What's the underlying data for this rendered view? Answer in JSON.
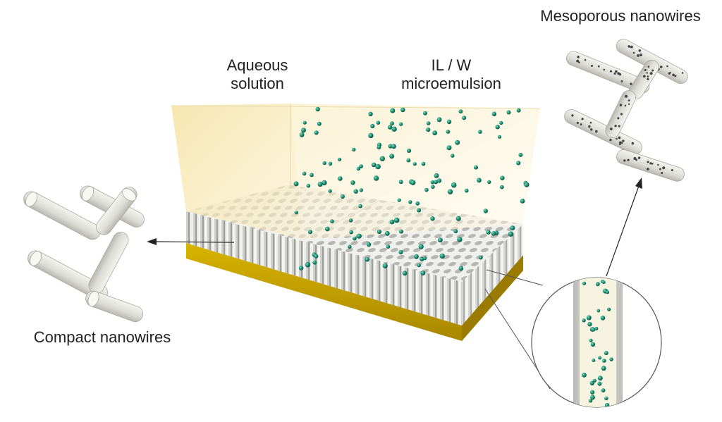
{
  "labels": {
    "aqueous_line1": "Aqueous",
    "aqueous_line2": "solution",
    "ilw_line1": "IL / W",
    "ilw_line2": "microemulsion",
    "mesoporous": "Mesoporous nanowires",
    "compact": "Compact nanowires"
  },
  "colors": {
    "substrate_gold": "#c8a400",
    "membrane_grey": "#d6d6d4",
    "liquid_yellow": "#f8e9b0",
    "droplet_green": "#1f8f74",
    "nanowire_white": "#e8e8e4",
    "text": "#222222"
  },
  "icons": {
    "compact_nanowires": "solid-cylinder-rods",
    "mesoporous_nanowires": "porous-cylinder-rods",
    "pore_zoom": "magnifier-circle"
  }
}
